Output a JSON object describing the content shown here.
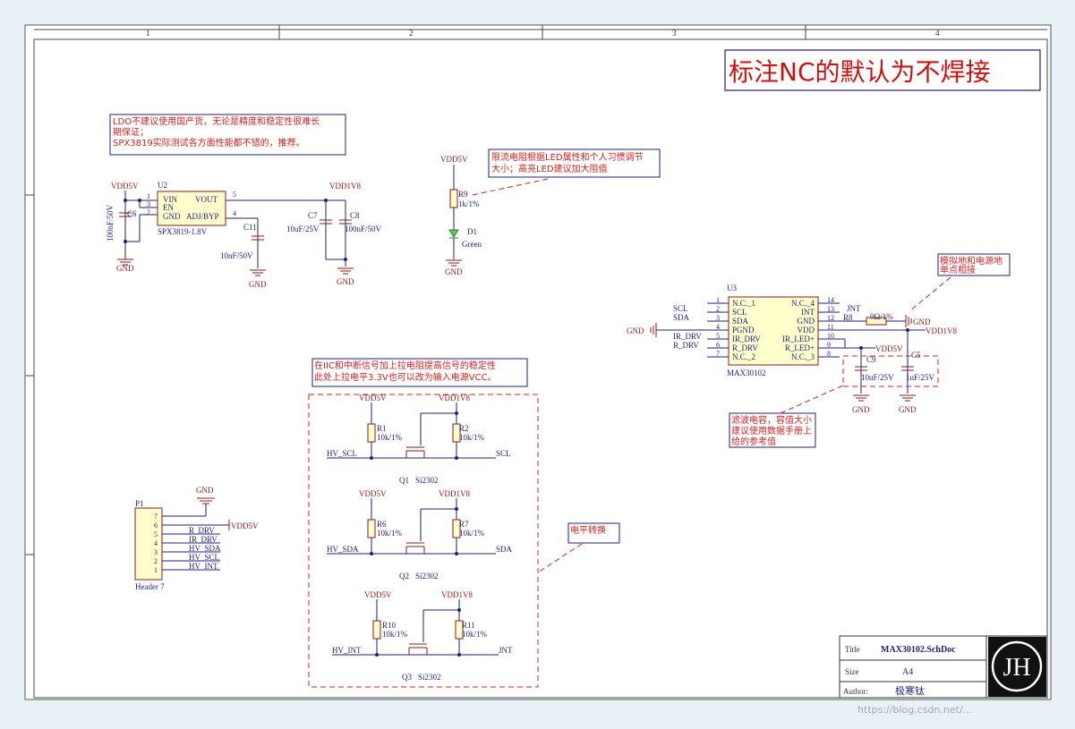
{
  "sheet": {
    "zone_numbers": [
      "1",
      "2",
      "3",
      "4"
    ],
    "headline": "标注NC的默认为不焊接"
  },
  "notes": {
    "ldo": [
      "LDO不建议使用国产货，无论是精度和稳定性很难长",
      "期保证；",
      "SPX3819实际测试各方面性能都不错的，推荐。"
    ],
    "led": [
      "限流电阻根据LED属性和个人习惯调节",
      "大小；高亮LED建议加大阻值"
    ],
    "ground": [
      "模拟地和电源地",
      "单点相接"
    ],
    "pullup": [
      "在IIC和中断信号加上拉电阻提高信号的稳定性",
      "此处上拉电平3.3V也可以改为输入电源VCC。"
    ],
    "filter": [
      "滤波电容，容值大小",
      "建议使用数据手册上",
      "给的参考值"
    ],
    "level_shift": "电平转换"
  },
  "nets": {
    "vdd5v": "VDD5V",
    "vdd1v8": "VDD1V8",
    "gnd": "GND",
    "scl": "SCL",
    "sda": "SDA",
    "int": "INT",
    "hv_scl": "HV_SCL",
    "hv_sda": "HV_SDA",
    "hv_int": "HV_INT",
    "ir_drv": "IR_DRV",
    "r_drv": "R_DRV",
    "jnt": "JNT"
  },
  "ldo": {
    "designator": "U2",
    "part": "SPX3819-1.8V",
    "pins_left": [
      "VIN",
      "EN",
      "GND"
    ],
    "pins_right": [
      "VOUT",
      "ADJ/BYP"
    ],
    "pin_numbers": [
      "1",
      "3",
      "2",
      "5",
      "4"
    ],
    "c6": {
      "designator": "C6",
      "value": "100nF/50V"
    },
    "c11": {
      "designator": "C11",
      "value": "10nF/50V"
    },
    "c7": {
      "designator": "C7",
      "value": "10uF/25V"
    },
    "c8": {
      "designator": "C8",
      "value": "100nF/50V"
    }
  },
  "led": {
    "r9": {
      "designator": "R9",
      "value": "1k/1%"
    },
    "d1": {
      "designator": "D1",
      "value": "Green"
    }
  },
  "sensor": {
    "designator": "U3",
    "part": "MAX30102",
    "pins_left": [
      "N.C._1",
      "SCL",
      "SDA",
      "PGND",
      "IR_DRV",
      "R_DRV",
      "N.C._2"
    ],
    "pins_left_numbers": [
      "1",
      "2",
      "3",
      "4",
      "5",
      "6",
      "7"
    ],
    "pins_right": [
      "N.C._4",
      "INT",
      "GND",
      "VDD",
      "IR_LED+",
      "R_LED+",
      "N.C._3"
    ],
    "pins_right_numbers": [
      "14",
      "13",
      "12",
      "11",
      "10",
      "9",
      "8"
    ],
    "r8": {
      "designator": "R8",
      "value": "0Ω/1%"
    },
    "c9": {
      "designator": "C9",
      "value": "10uF/25V"
    },
    "c5": {
      "designator": "C5",
      "value": "1uF/25V"
    }
  },
  "shifters": [
    {
      "r_hv": "R1",
      "r_hv_value": "10k/1%",
      "r_lv": "R2",
      "r_lv_value": "10k/1%",
      "q": "Q1",
      "q_part": "Si2302",
      "hv": "HV_SCL",
      "lv": "SCL"
    },
    {
      "r_hv": "R6",
      "r_hv_value": "10k/1%",
      "r_lv": "R7",
      "r_lv_value": "10k/1%",
      "q": "Q2",
      "q_part": "Si2302",
      "hv": "HV_SDA",
      "lv": "SDA"
    },
    {
      "r_hv": "R10",
      "r_hv_value": "10k/1%",
      "r_lv": "R11",
      "r_lv_value": "10k/1%",
      "q": "Q3",
      "q_part": "Si2302",
      "hv": "HV_INT",
      "lv": "JNT"
    }
  ],
  "header": {
    "designator": "P1",
    "part": "Header 7",
    "pin_numbers": [
      "7",
      "6",
      "5",
      "4",
      "3",
      "2",
      "1"
    ],
    "signals": [
      "",
      "",
      "R_DRV",
      "IR_DRV",
      "HV_SDA",
      "HV_SCL",
      "HV_INT"
    ]
  },
  "title_block": {
    "title_label": "Title",
    "title_value": "MAX30102.SchDoc",
    "size_label": "Size",
    "size_value": "A4",
    "author_label": "Author:",
    "author_value": "极寒钛",
    "logo_letters": "JH"
  },
  "watermark": "https://blog.csdn.net/..."
}
